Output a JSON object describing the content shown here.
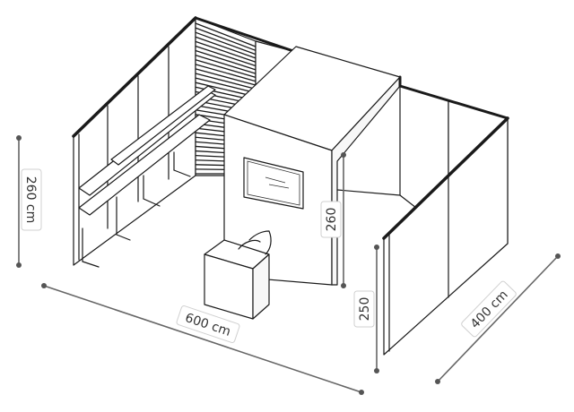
{
  "dimensions": {
    "left_height": "260 cm",
    "front_width": "600 cm",
    "depth": "400 cm",
    "storage_height": "260",
    "right_wall_height": "250"
  }
}
